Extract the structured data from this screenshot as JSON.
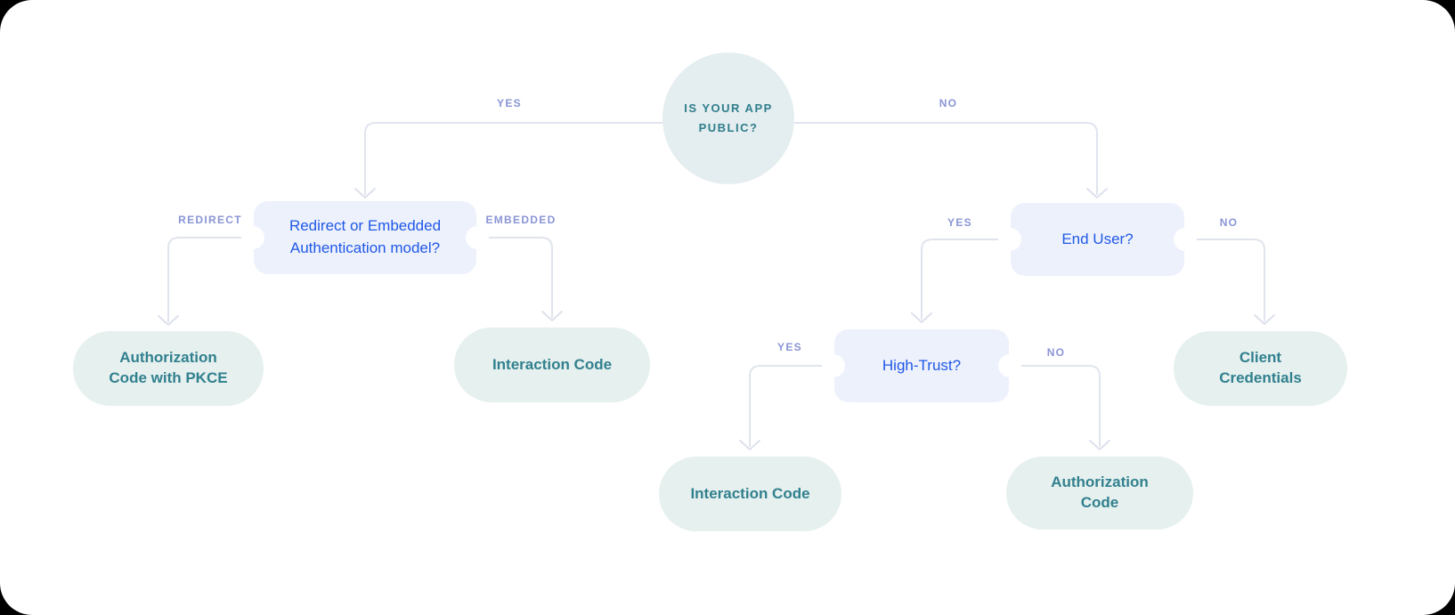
{
  "flowchart": {
    "title_implied": "OAuth flow decision tree",
    "colors": {
      "canvas_background": "#000000",
      "card_background": "#ffffff",
      "circle_fill": "#e4edef",
      "outcome_fill": "#e6f0ef",
      "teal_text": "#2e7e8c",
      "decision_fill": "#edf1fc",
      "decision_text": "#2059e6",
      "edge_label_text": "#8a95d5",
      "connector_line": "#e0e4ee"
    },
    "nodes": {
      "root": {
        "label": "IS YOUR APP\nPUBLIC?"
      },
      "model": {
        "label": "Redirect or Embedded\nAuthentication model?"
      },
      "end_user": {
        "label": "End User?"
      },
      "high_trust": {
        "label": "High-Trust?"
      },
      "auth_code_pkce": {
        "label": "Authorization\nCode with PKCE"
      },
      "interaction_code_left": {
        "label": "Interaction Code"
      },
      "client_credentials": {
        "label": "Client\nCredentials"
      },
      "interaction_code_bottom": {
        "label": "Interaction Code"
      },
      "auth_code": {
        "label": "Authorization\nCode"
      }
    },
    "edge_labels": {
      "root_yes": "YES",
      "root_no": "NO",
      "model_redirect": "REDIRECT",
      "model_embedded": "EMBEDDED",
      "end_user_yes": "YES",
      "end_user_no": "NO",
      "high_trust_yes": "YES",
      "high_trust_no": "NO"
    }
  }
}
